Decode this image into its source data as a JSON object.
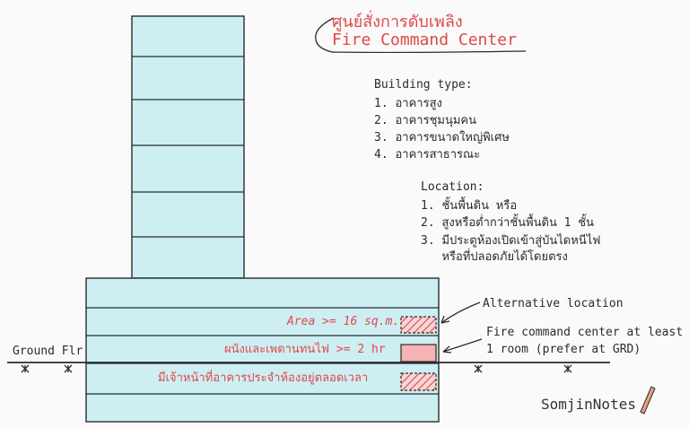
{
  "title": {
    "thai": "ศูนย์สั่งการดับเพลิง",
    "english": "Fire Command Center"
  },
  "building_type": {
    "heading": "Building type:",
    "items": [
      "1. อาคารสูง",
      "2. อาคารชุมนุมคน",
      "3. อาคารขนาดใหญ่พิเศษ",
      "4. อาคารสาธารณะ"
    ]
  },
  "location": {
    "heading": "Location:",
    "items": [
      "1. ชั้นพื้นดิน หรือ",
      "2. สูงหรือต่ำกว่าชั้นพื้นดิน 1 ชั้น",
      "3. มีประตูห้องเปิดเข้าสู่บันไดหนีไฟ",
      "   หรือที่ปลอดภัยได้โดยตรง"
    ]
  },
  "requirements": {
    "area": "Area >= 16 sq.m.",
    "fire_rating": "ผนังและเพดานทนไฟ >= 2 hr",
    "staff": "มีเจ้าหน้าที่อาคารประจำห้องอยู่ตลอดเวลา"
  },
  "annotations": {
    "alternative": "Alternative location",
    "fcc_line1": "Fire command center at least",
    "fcc_line2": "1 room (prefer at GRD)"
  },
  "ground_label": "Ground Flr",
  "signature": "SomjinNotes",
  "colors": {
    "building_fill": "#cdeff3",
    "accent_red": "#e04848",
    "room_fill": "#f7b2b5",
    "line": "#2b2b2b"
  }
}
